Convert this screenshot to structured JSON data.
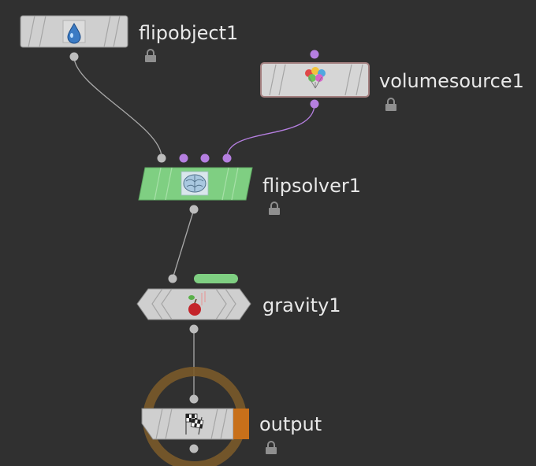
{
  "network": {
    "nodes": [
      {
        "id": "flipobject1",
        "label": "flipobject1",
        "icon": "water-drop-icon",
        "locked": true
      },
      {
        "id": "volumesource1",
        "label": "volumesource1",
        "icon": "balloons-icon",
        "locked": true
      },
      {
        "id": "flipsolver1",
        "label": "flipsolver1",
        "icon": "brain-icon",
        "locked": true,
        "color": "#7fcf82"
      },
      {
        "id": "gravity1",
        "label": "gravity1",
        "icon": "falling-apple-icon",
        "locked": false,
        "display_flag": "#7fcf82"
      },
      {
        "id": "output",
        "label": "output",
        "icon": "checkered-flag-icon",
        "locked": true,
        "display_flag": "#c8701a"
      }
    ],
    "colors": {
      "background": "#303030",
      "node_body": "#cfcfcf",
      "input_port_dsp": "#b57fe0",
      "input_port": "#bdbdbd",
      "wire": "#b8b8b8",
      "wire_dsp": "#b57fe0",
      "output_ring": "#7a5a2a",
      "label": "#e8e8e8"
    }
  }
}
